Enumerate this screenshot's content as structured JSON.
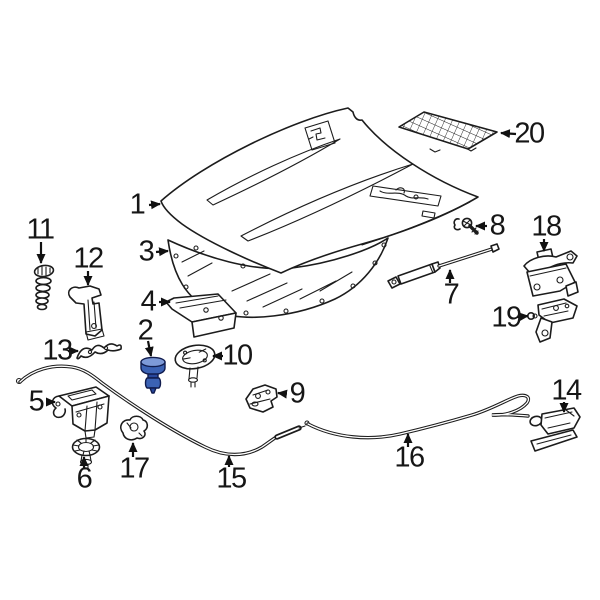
{
  "figure": {
    "type": "exploded-parts-diagram",
    "subject": "vehicle hood assembly line art",
    "background": "#ffffff",
    "line_color": "#1c1c1c"
  },
  "highlight": {
    "highlighted_part_label": "2",
    "cap_top": "#7d9ad8",
    "body": "#3b62b4",
    "shade": "#27479c",
    "outline": "#101c4e"
  },
  "callouts": [
    {
      "label": "1"
    },
    {
      "label": "2"
    },
    {
      "label": "3"
    },
    {
      "label": "4"
    },
    {
      "label": "5"
    },
    {
      "label": "6"
    },
    {
      "label": "7"
    },
    {
      "label": "8"
    },
    {
      "label": "9"
    },
    {
      "label": "10"
    },
    {
      "label": "11"
    },
    {
      "label": "12"
    },
    {
      "label": "13"
    },
    {
      "label": "14"
    },
    {
      "label": "15"
    },
    {
      "label": "16"
    },
    {
      "label": "17"
    },
    {
      "label": "18"
    },
    {
      "label": "19"
    },
    {
      "label": "20"
    }
  ]
}
